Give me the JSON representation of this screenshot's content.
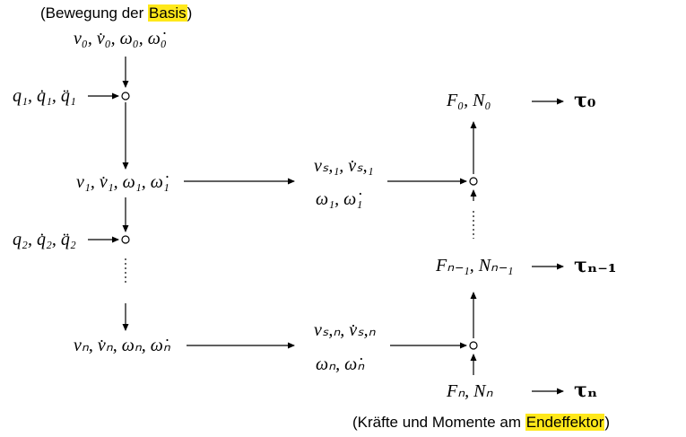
{
  "top_caption": {
    "pre": "(Bewegung der ",
    "hl": "Basis",
    "post": ")"
  },
  "bottom_caption": {
    "pre": "(Kräfte und Momente am ",
    "hl": "Endeffektor",
    "post": ")"
  },
  "highlight_color": "#ffe81a",
  "nodes": {
    "base_motion": "v₀, v̇₀, ω₀, ω̇₀",
    "q1": "q₁, q̇₁, q̈₁",
    "link1_motion": "v₁, v̇₁, ω₁, ω̇₁",
    "q2": "q₂, q̇₂, q̈₂",
    "linkn_motion": "vₙ, v̇ₙ, ωₙ, ω̇ₙ",
    "s1_vel": "vₛ,₁, v̇ₛ,₁",
    "s1_omega": "ω₁, ω̇₁",
    "sn_vel": "vₛ,ₙ, v̇ₛ,ₙ",
    "sn_omega": "ωₙ, ω̇ₙ",
    "f0": "F₀, N₀",
    "fn1": "Fₙ₋₁, Nₙ₋₁",
    "fn": "Fₙ, Nₙ"
  },
  "torques": {
    "tau0": "τ₀",
    "taun1": "τₙ₋₁",
    "taun": "τₙ"
  }
}
